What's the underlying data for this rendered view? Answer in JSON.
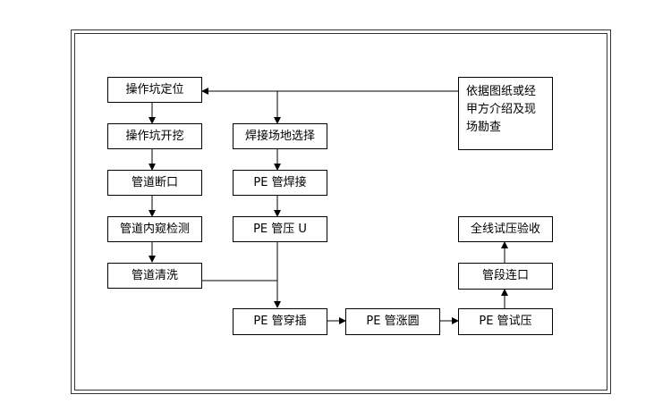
{
  "nodes": {
    "pit_position": "操作坑定位",
    "pit_dig": "操作坑开挖",
    "pipe_cut": "管道断口",
    "pipe_inspect": "管道内窥检测",
    "pipe_clean": "管道清洗",
    "site_survey": "依据图纸或经甲方介绍及现场勘查",
    "weld_site": "焊接场地选择",
    "pe_weld": "PE 管焊接",
    "pe_press_u": "PE 管压 U",
    "pe_insert": "PE 管穿插",
    "pe_expand": "PE 管涨圆",
    "pe_pressure_test": "PE 管试压",
    "section_connect": "管段连口",
    "final_test": "全线试压验收"
  },
  "colors": {
    "line": "#000000",
    "border": "#000000",
    "frame": "#333333"
  }
}
